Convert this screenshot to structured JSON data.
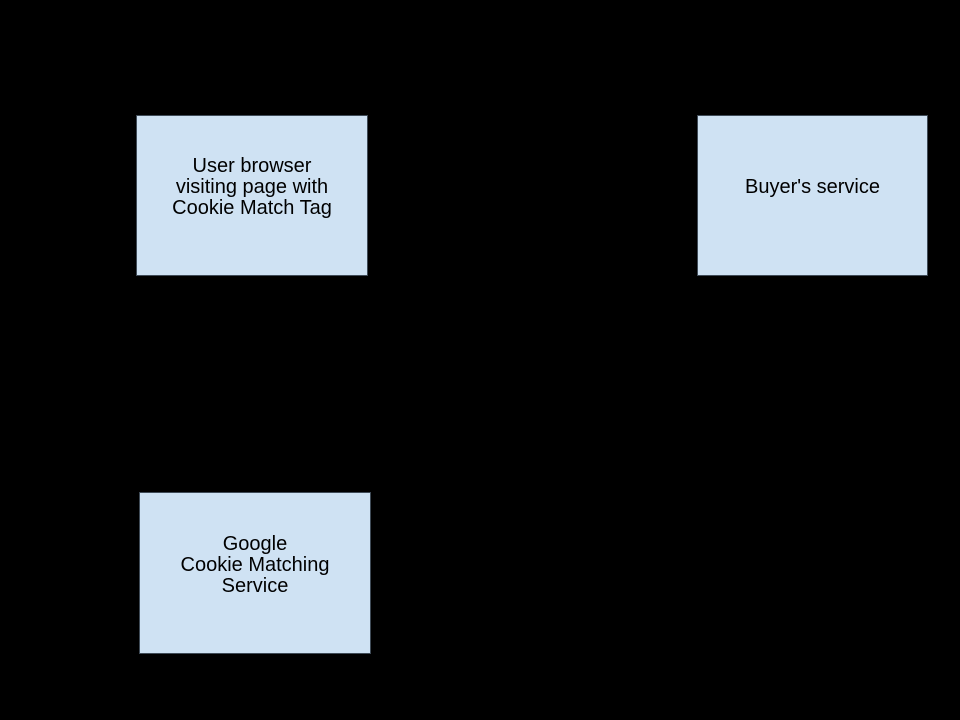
{
  "diagram": {
    "background_color": "#000000",
    "box_fill_color": "#cfe2f3",
    "box_border_color": "#3f4b57",
    "text_color": "#000000",
    "boxes": [
      {
        "id": "user-browser",
        "label": "User browser\nvisiting page with\nCookie Match Tag"
      },
      {
        "id": "buyers-service",
        "label": "Buyer's service"
      },
      {
        "id": "google-cookie-matching-service",
        "label": "Google\nCookie Matching\nService"
      }
    ]
  }
}
